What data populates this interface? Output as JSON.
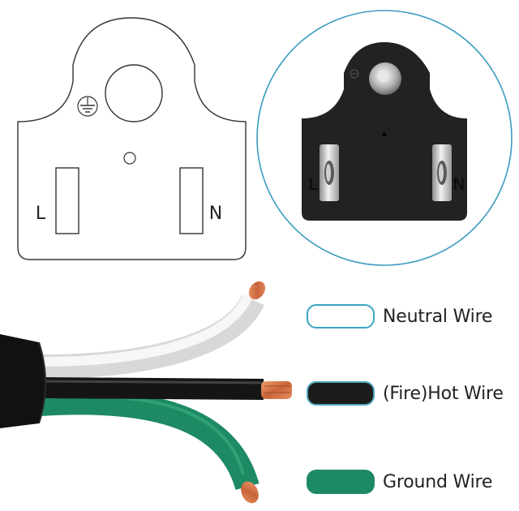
{
  "diagram": {
    "outlet": {
      "left_terminal": "L",
      "right_terminal": "N"
    },
    "photo_plug": {
      "left_terminal": "L",
      "right_terminal": "N"
    },
    "legend": [
      {
        "label": "Neutral Wire",
        "color": "#ffffff",
        "border": "#3aa6c2"
      },
      {
        "label": "(Fire)Hot Wire",
        "color": "#1c1c1c",
        "border": "#4fa6c0"
      },
      {
        "label": "Ground Wire",
        "color": "#1e8a63",
        "border": "#1e8a63"
      }
    ],
    "colors": {
      "outline": "#333333",
      "circle_border": "#3a9bc0",
      "plug_body": "#222222",
      "cable_jacket": "#111111",
      "neutral_insulation": "#ececec",
      "hot_insulation": "#151515",
      "ground_insulation": "#1e8a63",
      "copper": "#d07a4a"
    }
  }
}
